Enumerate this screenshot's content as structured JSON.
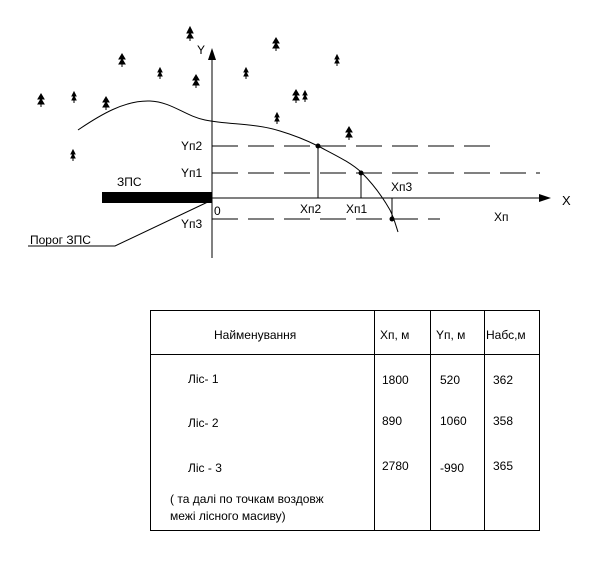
{
  "diagram": {
    "axis_x": "X",
    "axis_y": "Y",
    "axis_xp": "Хп",
    "origin": "0",
    "zps": "ЗПС",
    "threshold": "Порог ЗПС",
    "yp2": "Yп2",
    "yp1": "Yп1",
    "yp3": "Yп3",
    "xp2": "Хп2",
    "xp1": "Хп1",
    "xp3": "Хп3",
    "tree_glyph": "♠"
  },
  "table": {
    "headers": [
      "Найменування",
      "Хп, м",
      "Yп, м",
      "Набс,м"
    ],
    "rows": [
      {
        "name": "Ліс- 1",
        "xp": "1800",
        "yp": "520",
        "habs": "362"
      },
      {
        "name": "Ліс- 2",
        "xp": "890",
        "yp": "1060",
        "habs": "358"
      },
      {
        "name": "Ліс - 3",
        "xp": "2780",
        "yp": "-990",
        "habs": "365"
      }
    ],
    "note_line1": "( та далі по точкам воздовж",
    "note_line2": "межі лісного масиву)"
  }
}
